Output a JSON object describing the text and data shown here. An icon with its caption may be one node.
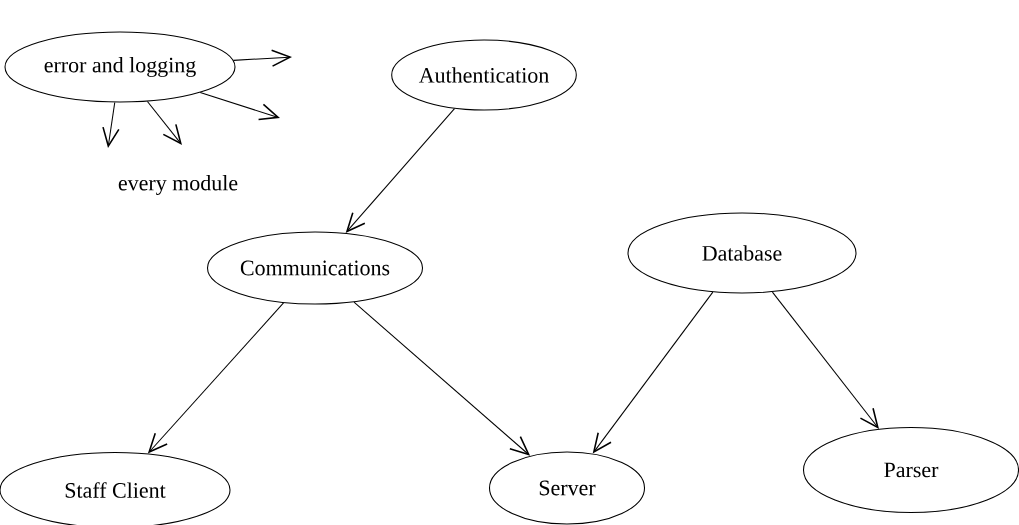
{
  "diagram": {
    "nodes": [
      {
        "text": [
          "error and logging"
        ]
      },
      {
        "text": [
          "Authentication"
        ]
      },
      {
        "text": [
          "Communications"
        ]
      },
      {
        "text": [
          "Database"
        ]
      },
      {
        "text": [
          "Staff Client"
        ]
      },
      {
        "text": [
          "Server"
        ]
      },
      {
        "text": [
          "Parser"
        ]
      }
    ],
    "edges": [
      {
        "from": 0,
        "to": null,
        "arrow": "to"
      },
      {
        "from": 0,
        "to": null,
        "arrow": "to"
      },
      {
        "from": 0,
        "to": null,
        "arrow": "to"
      },
      {
        "from": 0,
        "to": null,
        "arrow": "to"
      },
      {
        "from": 1,
        "to": 2,
        "arrow": "to"
      },
      {
        "from": 2,
        "to": 4,
        "arrow": "to"
      },
      {
        "from": 2,
        "to": 5,
        "arrow": "to"
      },
      {
        "from": 3,
        "to": 5,
        "arrow": "to"
      },
      {
        "from": 3,
        "to": 6,
        "arrow": "to"
      }
    ],
    "labels": [
      "every module"
    ]
  }
}
